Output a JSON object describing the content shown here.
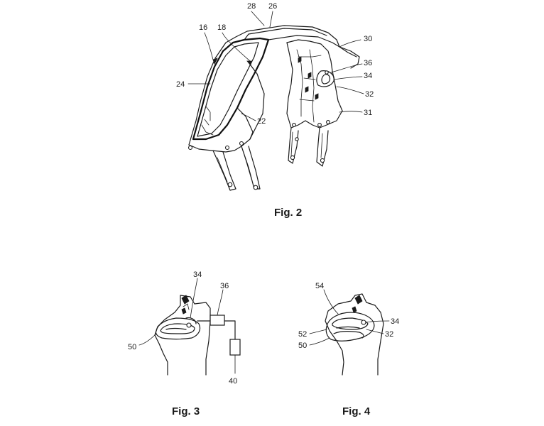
{
  "figures": [
    {
      "id": "fig2",
      "caption": "Fig. 2",
      "refs": [
        "28",
        "26",
        "16",
        "18",
        "30",
        "36",
        "34",
        "24",
        "32",
        "31",
        "22"
      ]
    },
    {
      "id": "fig3",
      "caption": "Fig. 3",
      "refs": [
        "34",
        "36",
        "50",
        "40"
      ]
    },
    {
      "id": "fig4",
      "caption": "Fig. 4",
      "refs": [
        "54",
        "34",
        "52",
        "32",
        "50"
      ]
    }
  ]
}
